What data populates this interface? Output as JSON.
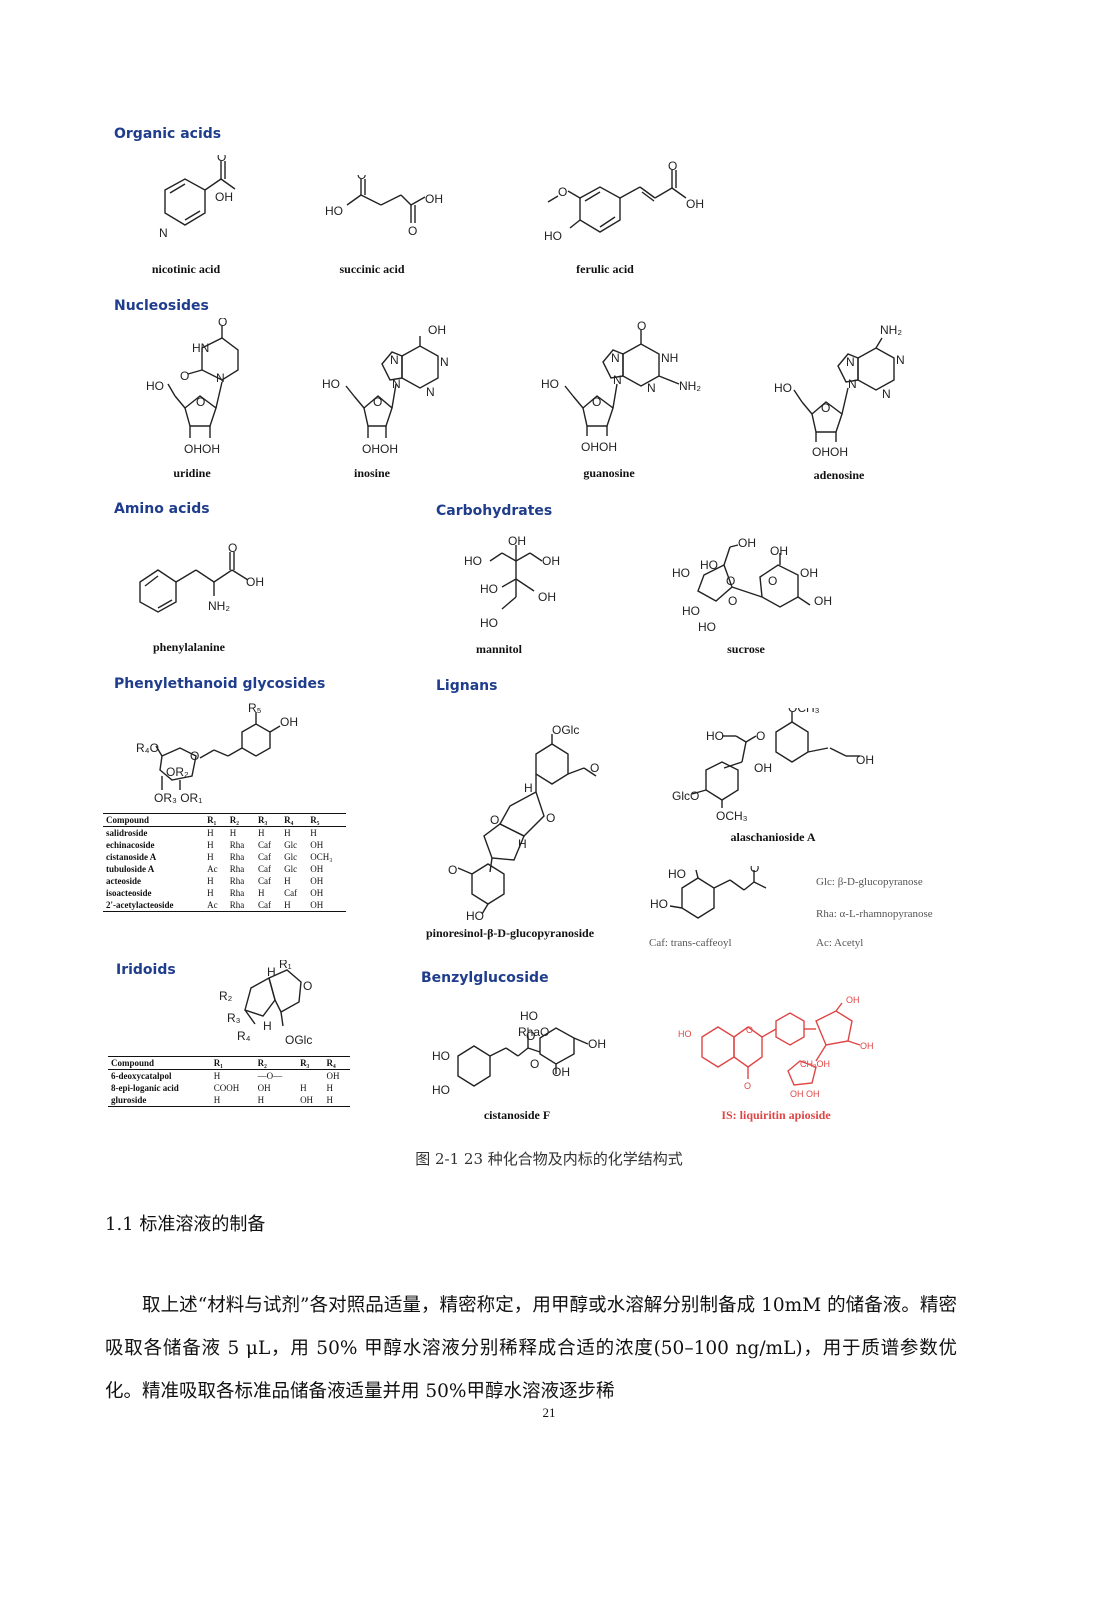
{
  "figure": {
    "sections": {
      "organic_acids": "Organic acids",
      "nucleosides": "Nucleosides",
      "amino_acids": "Amino acids",
      "carbohydrates": "Carbohydrates",
      "phenylethanoid": "Phenylethanoid glycosides",
      "lignans": "Lignans",
      "iridoids": "Iridoids",
      "benzylglucoside": "Benzylglucoside"
    },
    "compounds": {
      "nicotinic": "nicotinic acid",
      "succinic": "succinic acid",
      "ferulic": "ferulic acid",
      "uridine": "uridine",
      "inosine": "inosine",
      "guanosine": "guanosine",
      "adenosine": "adenosine",
      "phenylalanine": "phenylalanine",
      "mannitol": "mannitol",
      "sucrose": "sucrose",
      "alaschanioside": "alaschanioside A",
      "pinoresinol": "pinoresinol-β-D-glucopyranoside",
      "cistanoside": "cistanoside F",
      "is": "IS: liquiritin apioside"
    },
    "phenyl_table": {
      "headers": [
        "Compound",
        "R₁",
        "R₂",
        "R₃",
        "R₄",
        "R₅"
      ],
      "rows": [
        [
          "salidroside",
          "H",
          "H",
          "H",
          "H",
          "H"
        ],
        [
          "echinacoside",
          "H",
          "Rha",
          "Caf",
          "Glc",
          "OH"
        ],
        [
          "cistanoside A",
          "H",
          "Rha",
          "Caf",
          "Glc",
          "OCH₃"
        ],
        [
          "tubuloside A",
          "Ac",
          "Rha",
          "Caf",
          "Glc",
          "OH"
        ],
        [
          "acteoside",
          "H",
          "Rha",
          "Caf",
          "H",
          "OH"
        ],
        [
          "isoacteoside",
          "H",
          "Rha",
          "H",
          "Caf",
          "OH"
        ],
        [
          "2'-acetylacteoside",
          "Ac",
          "Rha",
          "Caf",
          "H",
          "OH"
        ]
      ]
    },
    "iridoid_table": {
      "headers": [
        "Compound",
        "R₁",
        "R₂",
        "R₃",
        "R₄"
      ],
      "rows": [
        [
          "6-deoxycatalpol",
          "H",
          "—O—",
          "",
          "OH"
        ],
        [
          "8-epi-loganic acid",
          "COOH",
          "OH",
          "H",
          "H"
        ],
        [
          "gluroside",
          "H",
          "H",
          "OH",
          "H"
        ]
      ]
    },
    "legend": {
      "glc": "Glc: β-D-glucopyranose",
      "rha": "Rha: α-L-rhamnopyranose",
      "caf": "Caf: trans-caffeoyl",
      "ac": "Ac: Acetyl"
    },
    "caption": "图 2-1 23 种化合物及内标的化学结构式"
  },
  "section_heading": "1.1 标准溶液的制备",
  "paragraph": "取上述“材料与试剂”各对照品适量，精密称定，用甲醇或水溶解分别制备成 10mM 的储备液。精密吸取各储备液 5 μL，用 50% 甲醇水溶液分别稀释成合适的浓度(50–100 ng/mL)，用于质谱参数优化。精准吸取各标准品储备液适量并用 50%甲醇水溶液逐步稀",
  "page_number": "21"
}
